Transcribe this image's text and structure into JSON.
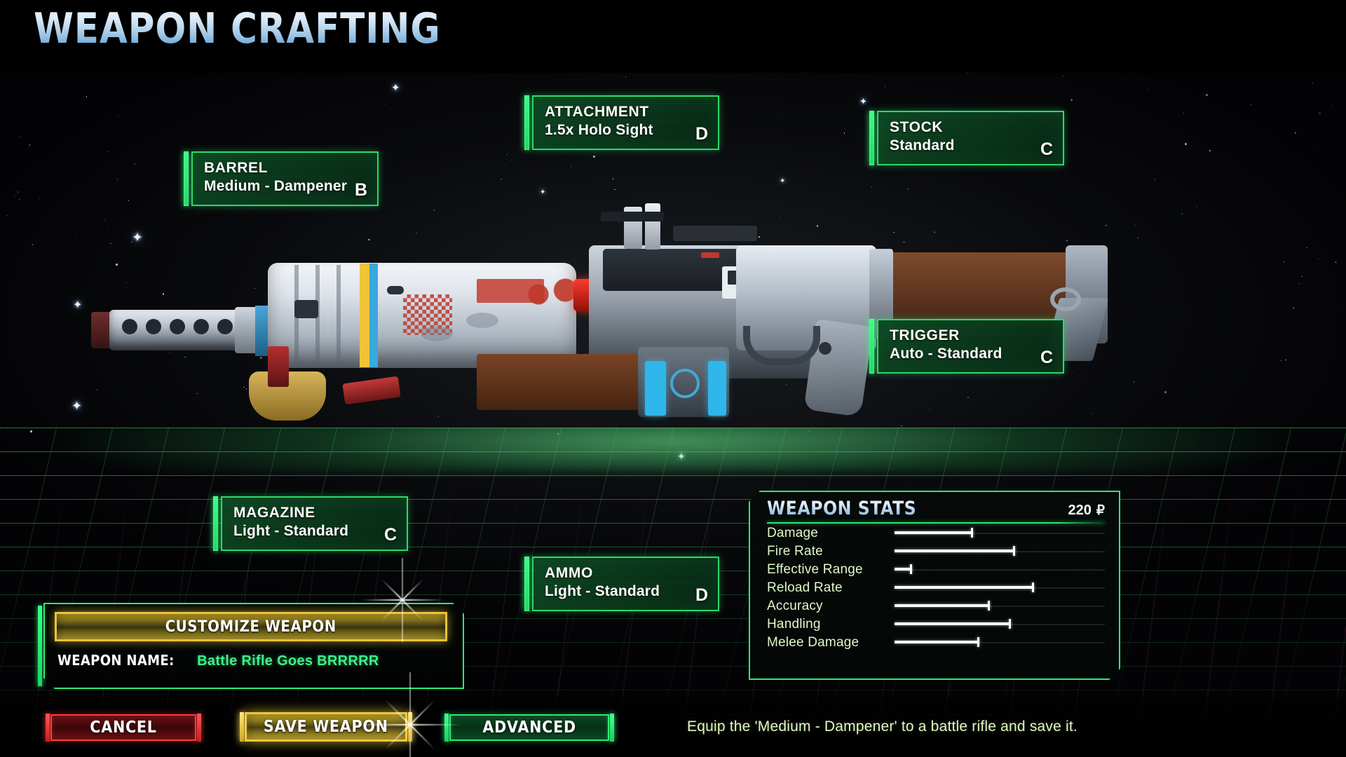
{
  "header": {
    "title": "WEAPON CRAFTING"
  },
  "slots": [
    {
      "id": "attachment",
      "title": "ATTACHMENT",
      "value": "1.5x Holo Sight",
      "grade": "D"
    },
    {
      "id": "stock",
      "title": "STOCK",
      "value": "Standard",
      "grade": "C"
    },
    {
      "id": "barrel",
      "title": "BARREL",
      "value": "Medium - Dampener",
      "grade": "B"
    },
    {
      "id": "trigger",
      "title": "TRIGGER",
      "value": "Auto - Standard",
      "grade": "C"
    },
    {
      "id": "magazine",
      "title": "MAGAZINE",
      "value": "Light - Standard",
      "grade": "C"
    },
    {
      "id": "ammo",
      "title": "AMMO",
      "value": "Light - Standard",
      "grade": "D"
    }
  ],
  "stats_panel": {
    "title": "WEAPON STATS",
    "price": "220",
    "currency_symbol": "₽"
  },
  "chart_data": {
    "type": "bar",
    "title": "WEAPON STATS",
    "categories": [
      "Damage",
      "Fire Rate",
      "Effective Range",
      "Reload Rate",
      "Accuracy",
      "Handling",
      "Melee Damage"
    ],
    "values": [
      37,
      57,
      8,
      66,
      45,
      55,
      40
    ],
    "xlabel": "",
    "ylabel": "",
    "ylim": [
      0,
      100
    ],
    "grid": false,
    "legend": "none"
  },
  "name_panel": {
    "customize_label": "CUSTOMIZE WEAPON",
    "name_label": "WEAPON NAME:",
    "name_value": "Battle Rifle Goes BRRRRR"
  },
  "bottom": {
    "cancel_label": "CANCEL",
    "save_label": "SAVE WEAPON",
    "advanced_label": "ADVANCED",
    "hint": "Equip the 'Medium - Dampener' to a battle rifle and save it."
  },
  "colors": {
    "green_accent": "#2fe877",
    "green_bright": "#39ff84",
    "gold": "#ecc93c",
    "red": "#ff3a3a",
    "name_green": "#3ff08a",
    "hint": "#dff7c0"
  }
}
